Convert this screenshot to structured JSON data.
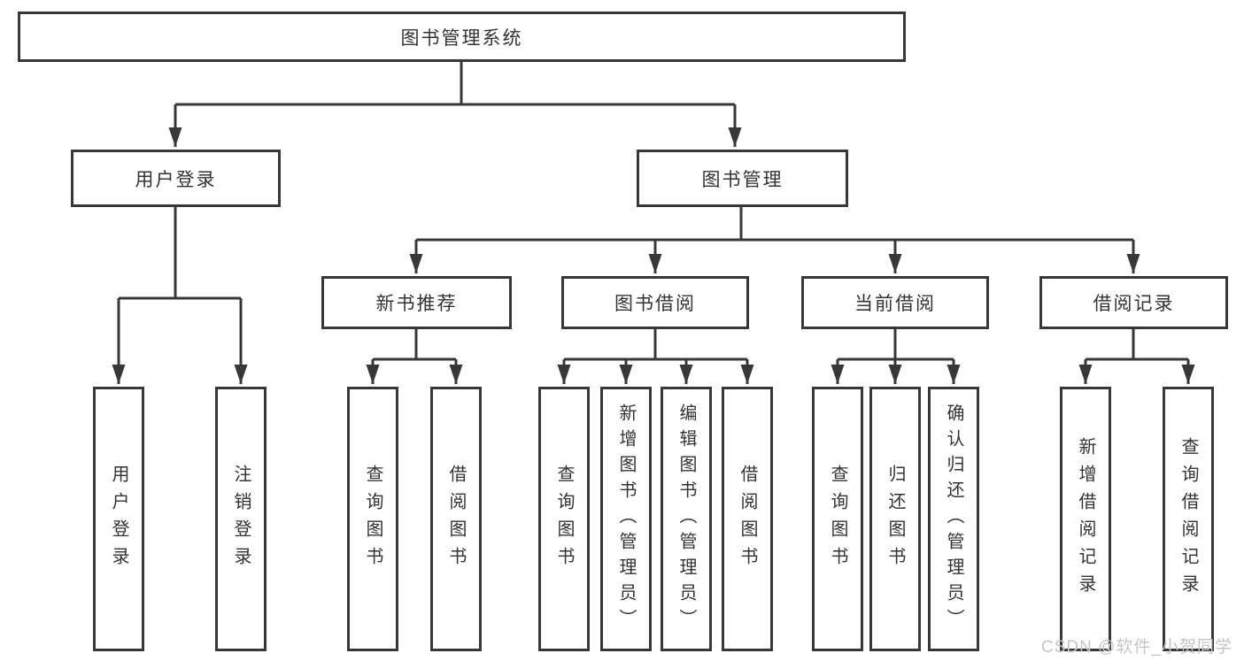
{
  "diagram": {
    "root": {
      "label": "图书管理系统"
    },
    "user_login": {
      "label": "用户登录",
      "leaves": [
        "用户登录",
        "注销登录"
      ]
    },
    "book_management": {
      "label": "图书管理",
      "sections": [
        {
          "label": "新书推荐",
          "leaves": [
            "查询图书",
            "借阅图书"
          ]
        },
        {
          "label": "图书借阅",
          "leaves": [
            "查询图书",
            "新增图书（管理员）",
            "编辑图书（管理员）",
            "借阅图书"
          ]
        },
        {
          "label": "当前借阅",
          "leaves": [
            "查询图书",
            "归还图书",
            "确认归还（管理员）"
          ]
        },
        {
          "label": "借阅记录",
          "leaves": [
            "新增借阅记录",
            "查询借阅记录"
          ]
        }
      ]
    },
    "watermark": "CSDN @软件_小贺同学",
    "colors": {
      "line": "#383838",
      "text": "#333333",
      "box_fill": "#ffffff",
      "watermark": "#c5c5c5"
    }
  }
}
